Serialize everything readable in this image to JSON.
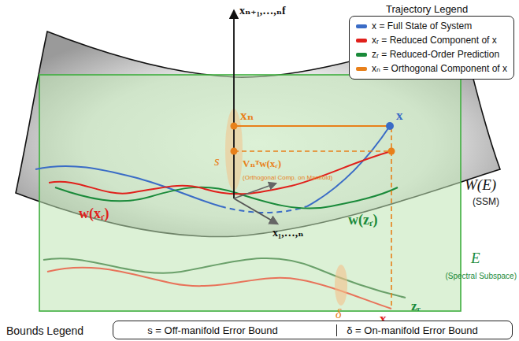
{
  "diagram": {
    "labels": [
      "Trajectory Legend",
      "xₙ₊₁,…,ₙf",
      "xₙ",
      "x",
      "s",
      "Vₙᵀw(xᵣ)",
      "(Orthogonal Comp. on Manifold)",
      "w(xᵣ)",
      "w(zᵣ)",
      "x₁,…,ₙ",
      "W(E)",
      "(SSM)",
      "E",
      "(Spectral Subspace)",
      "δ",
      "xᵣ",
      "zᵣ",
      "Bounds Legend"
    ],
    "legend": [
      {
        "text": "x = Full State of System",
        "color": "#3a6cc6"
      },
      {
        "text": "xᵣ = Reduced Component of x",
        "color": "#e0201b"
      },
      {
        "text": "zᵣ = Reduced-Order Prediction",
        "color": "#1a8a3a"
      },
      {
        "text": "xₙ = Orthogonal Component of x",
        "color": "#e8801a"
      },
      {
        "text": "s = Off-manifold Error Bound"
      },
      {
        "text": "δ = On-manifold Error Bound"
      }
    ]
  }
}
